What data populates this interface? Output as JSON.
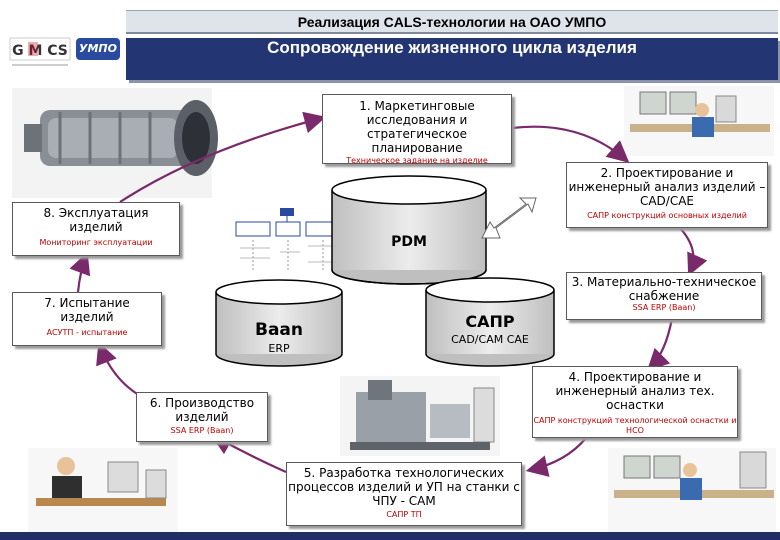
{
  "header": {
    "title": "Реализация CALS-технологии на ОАО УМПО",
    "subtitle": "Сопровождение жизненного цикла изделия"
  },
  "logos": {
    "left": "G M CS",
    "right": "УМПО"
  },
  "stages": [
    {
      "title": "1. Маркетинговые исследования и стратегическое планирование",
      "note": "Техническое задание на изделие"
    },
    {
      "title": "2. Проектирование и инженерный анализ изделий – CAD/CAE",
      "note": "САПР конструкций основных изделий"
    },
    {
      "title": "3. Материально-техническое снабжение",
      "note": "SSA ERP (Baan)"
    },
    {
      "title": "4. Проектирование и инженерный анализ тех. оснастки",
      "note": "САПР конструкций технологической оснастки и НСО"
    },
    {
      "title": "5. Разработка технологических процессов изделий и УП на станки с ЧПУ - CAM",
      "note": "САПР ТП"
    },
    {
      "title": "6. Производство изделий",
      "note": "SSA ERP (Baan)"
    },
    {
      "title": "7. Испытание изделий",
      "note": "АСУТП - испытание"
    },
    {
      "title": "8. Эксплуатация изделий",
      "note": "Мониторинг эксплуатации"
    }
  ],
  "databases": {
    "pdm": {
      "label": "PDM"
    },
    "baan": {
      "label": "Baan",
      "sub": "ERP"
    },
    "sapr": {
      "label": "САПР",
      "sub": "CAD/CAM CAE"
    }
  },
  "colors": {
    "accent": "#243573",
    "arrow": "#7a2a6a",
    "note": "#c00000",
    "cylinder": "#d9d9d9"
  }
}
